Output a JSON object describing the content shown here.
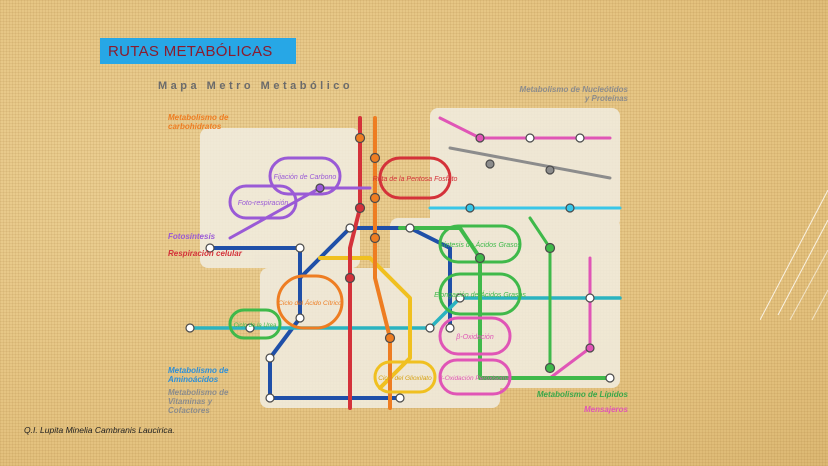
{
  "slide": {
    "title": "RUTAS METABÓLICAS",
    "author": "Q.I.  Lupita Minelia Cambranis Laucirica."
  },
  "map": {
    "title": "Mapa Metro Metabólico",
    "sections": {
      "carbohidratos": "Metabolismo de carbohidratos",
      "fotosintesis": "Fotosíntesis",
      "respiracion": "Respiración celular",
      "aminoacidos": "Metabolismo de Aminoácidos",
      "vitaminas": "Metabolismo de Vitaminas y Cofactores",
      "nucleotidos": "Metabolismo de Nucleótidos y Proteínas",
      "lipidos": "Metabolismo de Lípidos",
      "mensajeros": "Mensajeros"
    },
    "pathways": {
      "fijacion": "Fijación de Carbono",
      "fotorespiracion": "Foto-respiración",
      "pentosa": "Ruta de la Pentosa Fosfato",
      "sintesis": "Síntesis de Ácidos Grasos",
      "elongacion": "Elongación de Ácidos Grasos",
      "krebs": "Ciclo del Ácido Cítrico",
      "urea": "Ciclo de la Urea",
      "betaox": "β-Oxidación",
      "betaoxper": "β-Oxidación Peroxisomal",
      "glioxilato": "Ciclo del Glioxilato"
    },
    "colors": {
      "carbohidratos": "#ee7d22",
      "fotosintesis": "#9a5ad6",
      "respiracion": "#d4323a",
      "aminoacidos": "#2f8fd6",
      "vitaminas": "#8c8c8c",
      "nucleotidos": "#8c8c8c",
      "lipidos": "#3aa84a",
      "mensajeros": "#e055b6",
      "line_blue": "#1f4fa8",
      "line_teal": "#2ab3c0",
      "line_pink": "#e055b6",
      "line_yellow": "#f0c020",
      "line_red": "#d4323a",
      "line_orange": "#ee7d22",
      "line_green": "#3fb94a",
      "line_cyan": "#38c6e8",
      "banner": "#27a7e6",
      "title_text": "#8a1c2e"
    }
  }
}
